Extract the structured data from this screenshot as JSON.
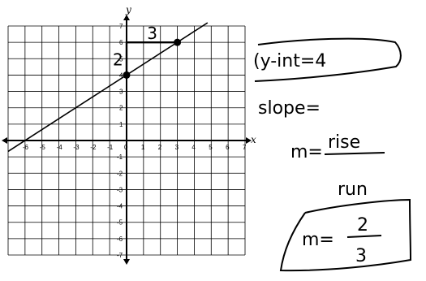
{
  "chart_data": {
    "type": "line",
    "xlabel": "x",
    "ylabel": "y",
    "xlim": [
      -7,
      7
    ],
    "ylim": [
      -7,
      7
    ],
    "x_ticks": [
      "-6",
      "-5",
      "-4",
      "-3",
      "-2",
      "-1",
      "0",
      "1",
      "2",
      "3",
      "4",
      "5",
      "6",
      "7"
    ],
    "y_ticks": [
      "7",
      "6",
      "5",
      "4",
      "3",
      "2",
      "1",
      "-1",
      "-2",
      "-3",
      "-4",
      "-5",
      "-6",
      "-7"
    ],
    "grid": true,
    "line": {
      "slope_rise": 2,
      "slope_run": 3,
      "intercept": 4
    },
    "points": [
      {
        "x": 0,
        "y": 4
      },
      {
        "x": 3,
        "y": 6
      }
    ],
    "annotations": {
      "rise_label": "2",
      "run_label": "3"
    }
  },
  "notes": {
    "yint": "(y-int=4",
    "slope": "slope=",
    "m_prefix": "m=",
    "m_frac_num": "rise",
    "m_frac_den": "run",
    "answer_prefix": "m=",
    "answer_num": "2",
    "answer_den": "3"
  }
}
